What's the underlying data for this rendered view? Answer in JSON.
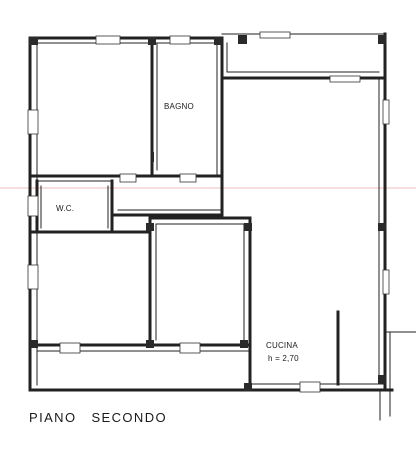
{
  "plan": {
    "floor_title": "PIANO   SECONDO",
    "rooms": {
      "bagno": "BAGNO",
      "wc": "W.C.",
      "cucina": "CUCINA",
      "cucina_height": "h = 2,70"
    }
  },
  "colors": {
    "line": "#222222",
    "guide": "#e07a7a"
  }
}
